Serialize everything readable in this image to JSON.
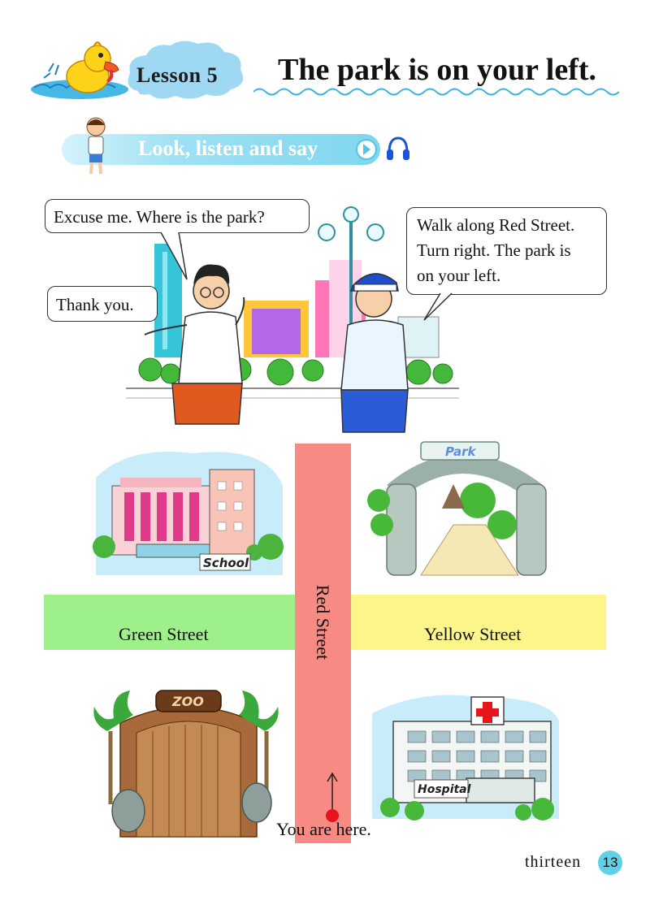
{
  "header": {
    "lesson_label": "Lesson 5",
    "title": "The park is on your left."
  },
  "section": {
    "banner_label": "Look, listen and say"
  },
  "dialog": {
    "bubble_1": "Excuse me. Where is the park?",
    "bubble_2": "Thank you.",
    "bubble_3_lines": [
      "Walk along Red Street.",
      "Turn right. The park is",
      "on your left."
    ]
  },
  "map": {
    "streets": {
      "green": "Green Street",
      "yellow": "Yellow Street",
      "red": "Red Street"
    },
    "signs": {
      "school": "School",
      "park": "Park",
      "zoo": "ZOO",
      "hospital": "Hospital"
    },
    "marker": "You are here."
  },
  "footer": {
    "page_word": "thirteen",
    "page_number": "13"
  },
  "colors": {
    "green_street": "#9ef08a",
    "yellow_street": "#fbf58a",
    "red_street": "#f88a84",
    "banner": "#7fd6ee",
    "page_badge": "#5fd0ea",
    "marker": "#e8141a"
  }
}
